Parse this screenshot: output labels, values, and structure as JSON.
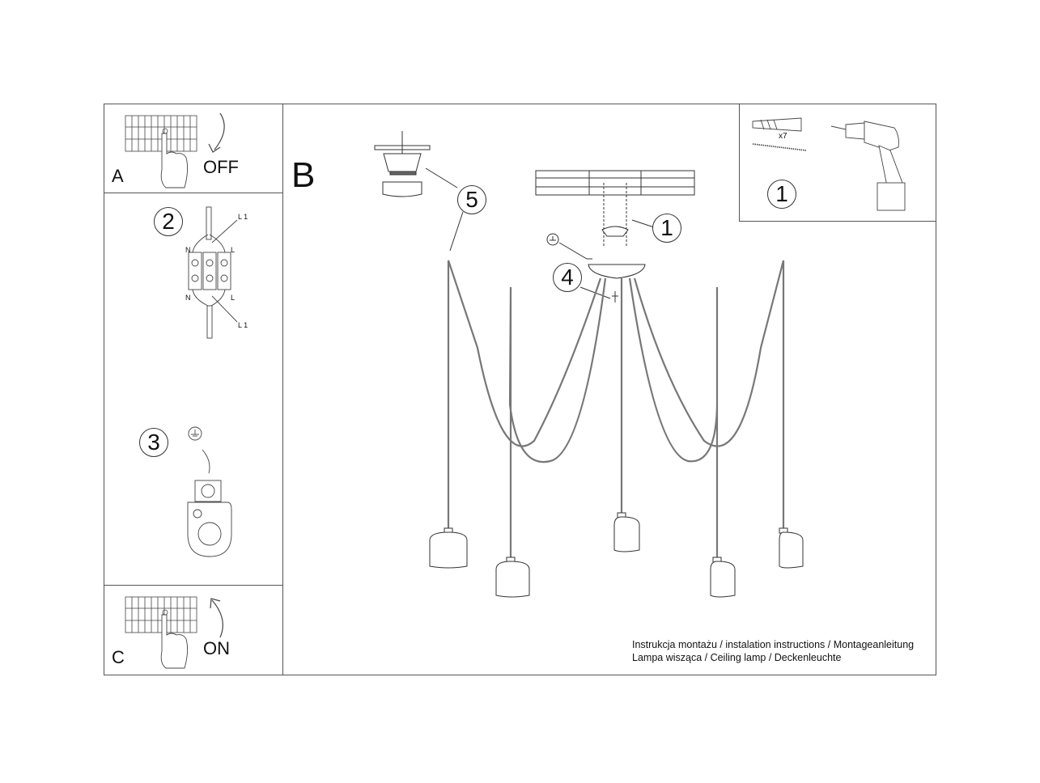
{
  "panels": {
    "A": {
      "letter": "A",
      "action": "OFF"
    },
    "B": {
      "letter": "B"
    },
    "C": {
      "letter": "C",
      "action": "ON"
    }
  },
  "steps": {
    "tools_box": {
      "number": "1",
      "quantity": "x7"
    },
    "ceiling_mount": {
      "number": "1"
    },
    "wiring": {
      "number": "2",
      "labels": {
        "n_top": "N",
        "l_top": "L",
        "l1_top": "L 1",
        "n_bottom": "N",
        "l_bottom": "L",
        "l1_bottom": "L 1"
      }
    },
    "ground": {
      "number": "3"
    },
    "strain_relief": {
      "number": "4"
    },
    "socket_cover": {
      "number": "5"
    }
  },
  "pendants": {
    "count": 5
  },
  "footer": {
    "line1": "Instrukcja montażu / instalation instructions / Montageanleitung",
    "line2": "Lampa wisząca / Ceiling lamp / Deckenleuchte"
  }
}
